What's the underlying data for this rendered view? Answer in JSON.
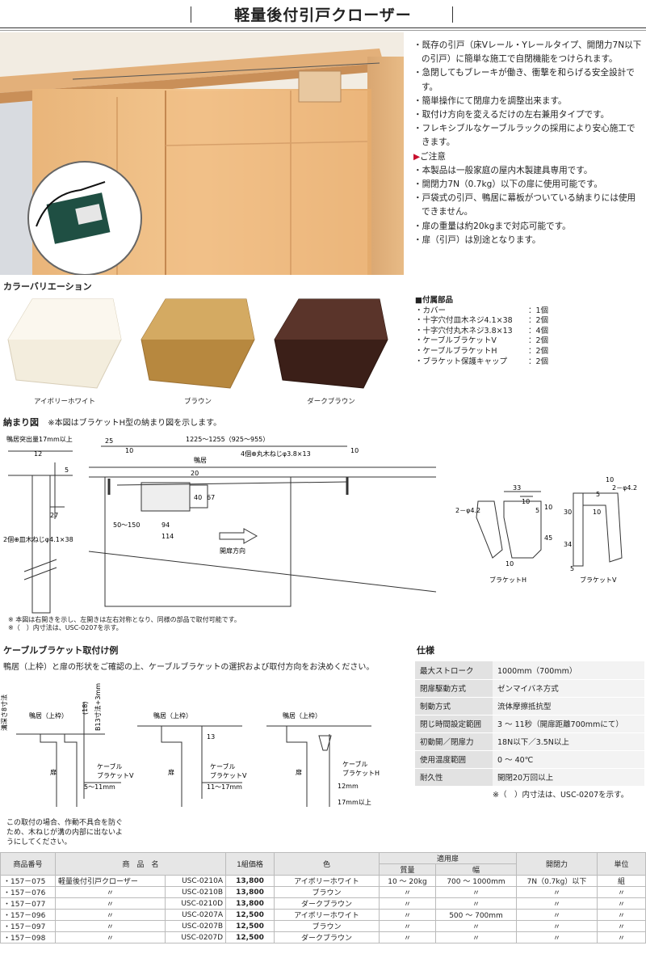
{
  "page_title": "軽量後付引戸クローザー",
  "features": [
    "・既存の引戸（床Vレール・Yレールタイプ、開閉力7N以下の引戸）に簡単な施工で自閉機能をつけられます。",
    "・急閉してもブレーキが働き、衝撃を和らげる安全設計です。",
    "・簡単操作にて閉扉力を調整出来ます。",
    "・取付け方向を変えるだけの左右兼用タイプです。",
    "・フレキシブルなケーブルラックの採用により安心施工できます。"
  ],
  "notice_title": "ご注意",
  "notices": [
    "・本製品は一般家庭の屋内木製建具専用です。",
    "・開閉力7N（0.7kg）以下の扉に使用可能です。",
    "・戸袋式の引戸、鴨居に幕板がついている納まりには使用できません。",
    "・扉の重量は約20kgまで対応可能です。",
    "・扉（引戸）は別途となります。"
  ],
  "color_variation": {
    "title": "カラーバリエーション",
    "items": [
      {
        "label": "アイボリーホワイト",
        "color": "#efe8d6"
      },
      {
        "label": "ブラウン",
        "color": "#c49a52"
      },
      {
        "label": "ダークブラウン",
        "color": "#4a2a22"
      }
    ]
  },
  "parts": {
    "title": "■付属部品",
    "items": [
      {
        "name": "・カバー",
        "qty": "：1個"
      },
      {
        "name": "・十字穴付皿木ネジ4.1×38",
        "qty": "：2個"
      },
      {
        "name": "・十字穴付丸木ネジ3.8×13",
        "qty": "：4個"
      },
      {
        "name": "・ケーブルブラケットV",
        "qty": "：2個"
      },
      {
        "name": "・ケーブルブラケットH",
        "qty": "：2個"
      },
      {
        "name": "・ブラケット保護キャップ",
        "qty": "：2個"
      }
    ]
  },
  "install_diagram": {
    "title": "納まり図",
    "subtitle": "※本図はブラケットH型の納まり図を示します。",
    "dims": {
      "kamoi": "鴨居突出量17mm以上",
      "d12": "12",
      "d5": "5",
      "d27": "27",
      "screw_left": "2個⊕皿木ねじφ4.1×38",
      "d25": "25",
      "d10a": "10",
      "total": "1225～1255（925～955）",
      "d10b": "10",
      "kamoi_label": "鴨居",
      "screw_top": "4個⊕丸木ねじφ3.8×13",
      "d20": "20",
      "d40": "40",
      "d67": "67",
      "d50_150": "50～150",
      "d94": "94",
      "d114": "114",
      "open_dir": "開扉方向"
    },
    "notes": [
      "※ 本図は右開きを示し、左開きは左右対称となり、同様の部品で取付可能です。",
      "※（　）内寸法は、USC-0207を示す。"
    ],
    "bracket_h": {
      "label": "ブラケットH",
      "d33": "33",
      "d10a": "10",
      "d5": "5",
      "d10b": "10",
      "d45": "45",
      "d10c": "10",
      "hole": "2－φ4.2"
    },
    "bracket_v": {
      "label": "ブラケットV",
      "d10": "10",
      "d5": "5",
      "d30": "30",
      "d10b": "10",
      "d34": "34",
      "d5b": "5",
      "hole": "2－φ4.2"
    }
  },
  "cable_example": {
    "title": "ケーブルブラケット取付け例",
    "intro": "鴨居（上枠）と扉の形状をご確認の上、ケーブルブラケットの選択および取付方向をお決めください。",
    "kamoi": "鴨居（上枠）",
    "door": "扉",
    "cable": "ケーブル",
    "bracket_v": "ブラケットV",
    "bracket_h": "ブラケットH",
    "depth": "溝深さ8寸法",
    "d_b13": "B13寸法+3mm",
    "d18": "(18)",
    "d13": "13",
    "d5_11": "5～11mm",
    "d11_17": "11～17mm",
    "d12": "12mm",
    "d17": "17mm以上",
    "warning": "この取付の場合、作動不具合を防ぐため、木ねじが溝の内部に出ないようにしてください。"
  },
  "spec": {
    "title": "仕様",
    "rows": [
      {
        "k": "最大ストローク",
        "v": "1000mm（700mm）"
      },
      {
        "k": "閉扉駆動方式",
        "v": "ゼンマイバネ方式"
      },
      {
        "k": "制動方式",
        "v": "流体摩擦抵抗型"
      },
      {
        "k": "閉じ時間設定範囲",
        "v": "3 ～ 11秒（開扉距離700mmにて）"
      },
      {
        "k": "初動開／閉扉力",
        "v": "18N以下／3.5N以上"
      },
      {
        "k": "使用温度範囲",
        "v": "0 ～ 40℃"
      },
      {
        "k": "耐久性",
        "v": "開閉20万回以上"
      }
    ],
    "note": "※（　）内寸法は、USC-0207を示す。"
  },
  "products": {
    "headers": {
      "code": "商品番号",
      "name": "商　品　名",
      "price": "1組価格",
      "color": "色",
      "door": "適用扉",
      "weight": "質量",
      "width": "幅",
      "force": "開閉力",
      "unit": "単位"
    },
    "rows": [
      {
        "code": "・157－075",
        "name": "軽量後付引戸クローザー",
        "model": "USC-0210A",
        "price": "13,800",
        "color": "アイボリーホワイト",
        "weight": "10 ～ 20kg",
        "width": "700 ～ 1000mm",
        "force": "7N（0.7kg）以下",
        "unit": "組"
      },
      {
        "code": "・157－076",
        "name": "〃",
        "model": "USC-0210B",
        "price": "13,800",
        "color": "ブラウン",
        "weight": "〃",
        "width": "〃",
        "force": "〃",
        "unit": "〃"
      },
      {
        "code": "・157－077",
        "name": "〃",
        "model": "USC-0210D",
        "price": "13,800",
        "color": "ダークブラウン",
        "weight": "〃",
        "width": "〃",
        "force": "〃",
        "unit": "〃"
      },
      {
        "code": "・157－096",
        "name": "〃",
        "model": "USC-0207A",
        "price": "12,500",
        "color": "アイボリーホワイト",
        "weight": "〃",
        "width": "500 ～ 700mm",
        "force": "〃",
        "unit": "〃"
      },
      {
        "code": "・157－097",
        "name": "〃",
        "model": "USC-0207B",
        "price": "12,500",
        "color": "ブラウン",
        "weight": "〃",
        "width": "〃",
        "force": "〃",
        "unit": "〃"
      },
      {
        "code": "・157－098",
        "name": "〃",
        "model": "USC-0207D",
        "price": "12,500",
        "color": "ダークブラウン",
        "weight": "〃",
        "width": "〃",
        "force": "〃",
        "unit": "〃"
      }
    ]
  }
}
